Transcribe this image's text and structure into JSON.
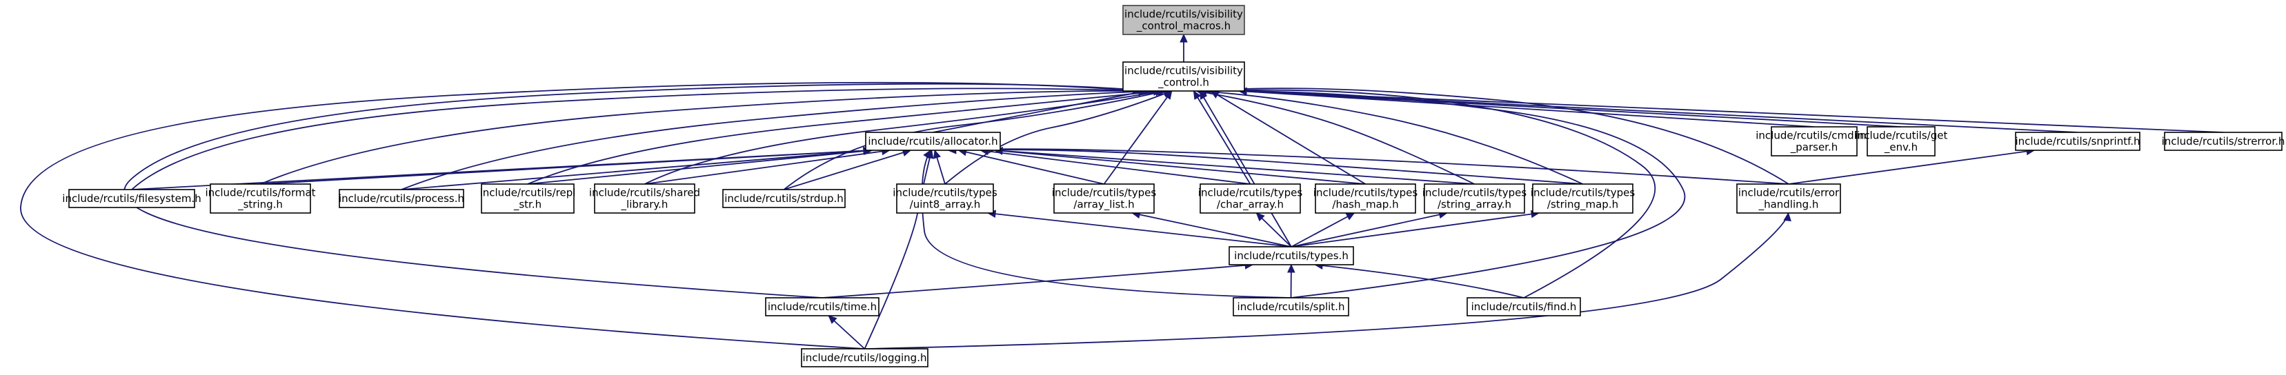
{
  "diagram": {
    "type": "include-dependency-graph",
    "colors": {
      "edge": "#191970",
      "root_fill": "#bfbfbf",
      "node_fill": "#ffffff",
      "node_border": "#000000"
    },
    "nodes": [
      {
        "id": "vcm",
        "lines": [
          "include/rcutils/visibility",
          "_control_macros.h"
        ],
        "root": true
      },
      {
        "id": "vc",
        "lines": [
          "include/rcutils/visibility",
          "_control.h"
        ]
      },
      {
        "id": "alloc",
        "lines": [
          "include/rcutils/allocator.h"
        ]
      },
      {
        "id": "cmdline",
        "lines": [
          "include/rcutils/cmdline",
          "_parser.h"
        ]
      },
      {
        "id": "getenv",
        "lines": [
          "include/rcutils/get",
          "_env.h"
        ]
      },
      {
        "id": "snprintf",
        "lines": [
          "include/rcutils/snprintf.h"
        ]
      },
      {
        "id": "strerror",
        "lines": [
          "include/rcutils/strerror.h"
        ]
      },
      {
        "id": "filesystem",
        "lines": [
          "include/rcutils/filesystem.h"
        ]
      },
      {
        "id": "format",
        "lines": [
          "include/rcutils/format",
          "_string.h"
        ]
      },
      {
        "id": "process",
        "lines": [
          "include/rcutils/process.h"
        ]
      },
      {
        "id": "repl",
        "lines": [
          "include/rcutils/repl",
          "_str.h"
        ]
      },
      {
        "id": "shared",
        "lines": [
          "include/rcutils/shared",
          "_library.h"
        ]
      },
      {
        "id": "strdup",
        "lines": [
          "include/rcutils/strdup.h"
        ]
      },
      {
        "id": "uint8",
        "lines": [
          "include/rcutils/types",
          "/uint8_array.h"
        ]
      },
      {
        "id": "arraylist",
        "lines": [
          "include/rcutils/types",
          "/array_list.h"
        ]
      },
      {
        "id": "chararray",
        "lines": [
          "include/rcutils/types",
          "/char_array.h"
        ]
      },
      {
        "id": "hashmap",
        "lines": [
          "include/rcutils/types",
          "/hash_map.h"
        ]
      },
      {
        "id": "stringarray",
        "lines": [
          "include/rcutils/types",
          "/string_array.h"
        ]
      },
      {
        "id": "stringmap",
        "lines": [
          "include/rcutils/types",
          "/string_map.h"
        ]
      },
      {
        "id": "error",
        "lines": [
          "include/rcutils/error",
          "_handling.h"
        ]
      },
      {
        "id": "types",
        "lines": [
          "include/rcutils/types.h"
        ]
      },
      {
        "id": "time",
        "lines": [
          "include/rcutils/time.h"
        ]
      },
      {
        "id": "split",
        "lines": [
          "include/rcutils/split.h"
        ]
      },
      {
        "id": "find",
        "lines": [
          "include/rcutils/find.h"
        ]
      },
      {
        "id": "logging",
        "lines": [
          "include/rcutils/logging.h"
        ]
      }
    ],
    "edges": [
      {
        "from": "vc",
        "to": "vcm"
      },
      {
        "from": "alloc",
        "to": "vc"
      },
      {
        "from": "cmdline",
        "to": "vc"
      },
      {
        "from": "getenv",
        "to": "vc"
      },
      {
        "from": "snprintf",
        "to": "vc"
      },
      {
        "from": "strerror",
        "to": "vc"
      },
      {
        "from": "filesystem",
        "to": "vc"
      },
      {
        "from": "format",
        "to": "vc"
      },
      {
        "from": "process",
        "to": "vc"
      },
      {
        "from": "repl",
        "to": "vc"
      },
      {
        "from": "shared",
        "to": "vc"
      },
      {
        "from": "strdup",
        "to": "vc"
      },
      {
        "from": "uint8",
        "to": "vc"
      },
      {
        "from": "arraylist",
        "to": "vc"
      },
      {
        "from": "chararray",
        "to": "vc"
      },
      {
        "from": "hashmap",
        "to": "vc"
      },
      {
        "from": "stringarray",
        "to": "vc"
      },
      {
        "from": "stringmap",
        "to": "vc"
      },
      {
        "from": "error",
        "to": "vc"
      },
      {
        "from": "types",
        "to": "vc"
      },
      {
        "from": "split",
        "to": "vc"
      },
      {
        "from": "find",
        "to": "vc"
      },
      {
        "from": "time",
        "to": "vc"
      },
      {
        "from": "logging",
        "to": "vc"
      },
      {
        "from": "filesystem",
        "to": "alloc"
      },
      {
        "from": "format",
        "to": "alloc"
      },
      {
        "from": "process",
        "to": "alloc"
      },
      {
        "from": "repl",
        "to": "alloc"
      },
      {
        "from": "shared",
        "to": "alloc"
      },
      {
        "from": "strdup",
        "to": "alloc"
      },
      {
        "from": "uint8",
        "to": "alloc"
      },
      {
        "from": "arraylist",
        "to": "alloc"
      },
      {
        "from": "chararray",
        "to": "alloc"
      },
      {
        "from": "hashmap",
        "to": "alloc"
      },
      {
        "from": "stringarray",
        "to": "alloc"
      },
      {
        "from": "stringmap",
        "to": "alloc"
      },
      {
        "from": "error",
        "to": "alloc"
      },
      {
        "from": "split",
        "to": "alloc"
      },
      {
        "from": "logging",
        "to": "alloc"
      },
      {
        "from": "error",
        "to": "snprintf"
      },
      {
        "from": "types",
        "to": "uint8"
      },
      {
        "from": "types",
        "to": "arraylist"
      },
      {
        "from": "types",
        "to": "chararray"
      },
      {
        "from": "types",
        "to": "hashmap"
      },
      {
        "from": "types",
        "to": "stringarray"
      },
      {
        "from": "types",
        "to": "stringmap"
      },
      {
        "from": "time",
        "to": "types"
      },
      {
        "from": "split",
        "to": "types"
      },
      {
        "from": "find",
        "to": "types"
      },
      {
        "from": "logging",
        "to": "time"
      },
      {
        "from": "logging",
        "to": "error"
      }
    ]
  }
}
